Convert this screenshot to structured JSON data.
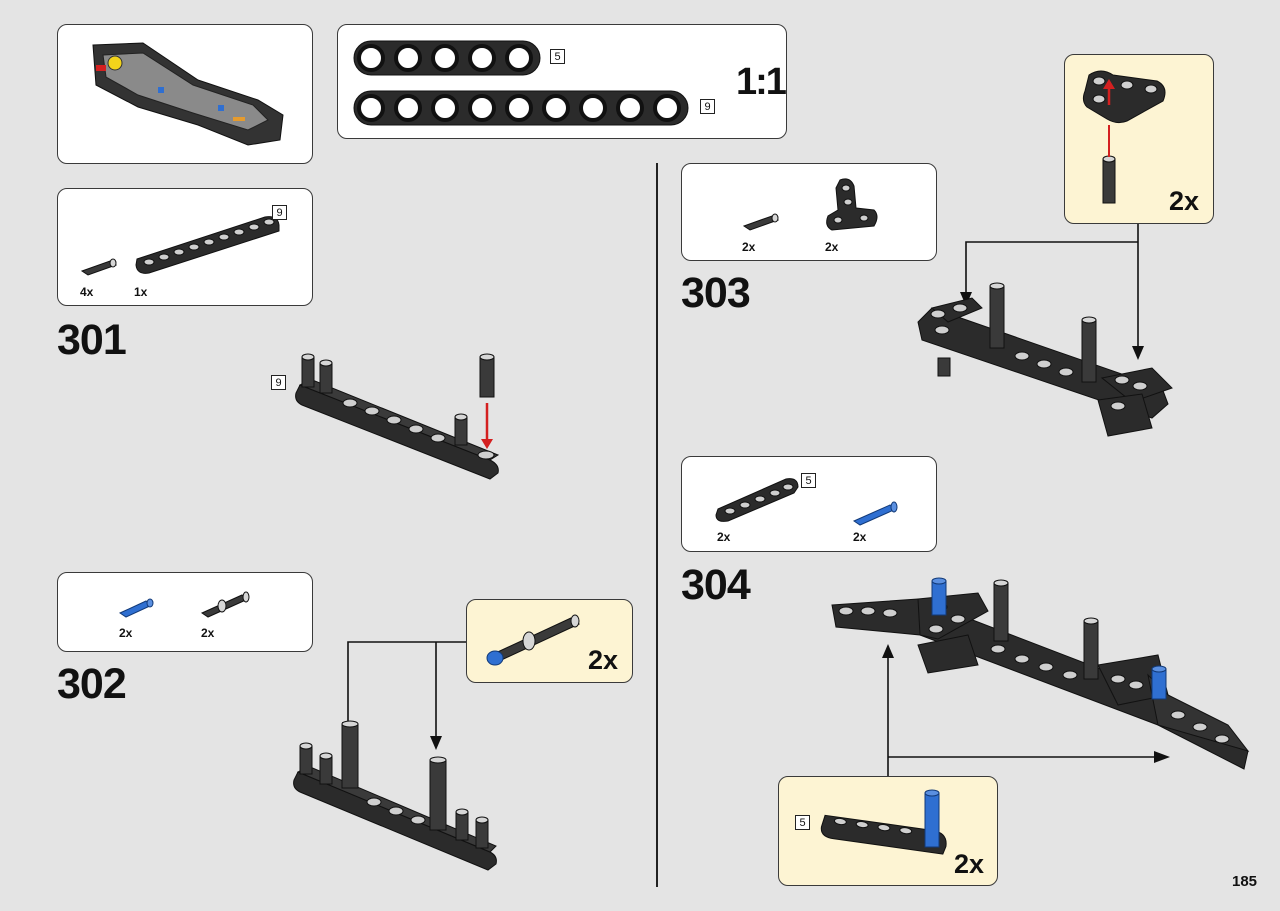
{
  "page": {
    "number": "185"
  },
  "scale": {
    "label": "1:1",
    "beam_short": "5",
    "beam_long": "9"
  },
  "steps": {
    "s301": {
      "number": "301",
      "parts": [
        {
          "qty": "4x"
        },
        {
          "qty": "1x",
          "length": "9"
        }
      ],
      "beam_length": "9"
    },
    "s302": {
      "number": "302",
      "parts": [
        {
          "qty": "2x"
        },
        {
          "qty": "2x"
        }
      ],
      "callout_qty": "2x"
    },
    "s303": {
      "number": "303",
      "parts": [
        {
          "qty": "2x"
        },
        {
          "qty": "2x"
        }
      ],
      "callout_qty": "2x"
    },
    "s304": {
      "number": "304",
      "parts": [
        {
          "qty": "2x",
          "length": "5"
        },
        {
          "qty": "2x"
        }
      ],
      "callout_qty": "2x",
      "callout_length": "5"
    }
  },
  "colors": {
    "background": "#e4e4e4",
    "callout": "#fdf4d3",
    "beam": "#2b2b2b",
    "blue_pin": "#2f6fd1",
    "red_arrow": "#d42020"
  }
}
